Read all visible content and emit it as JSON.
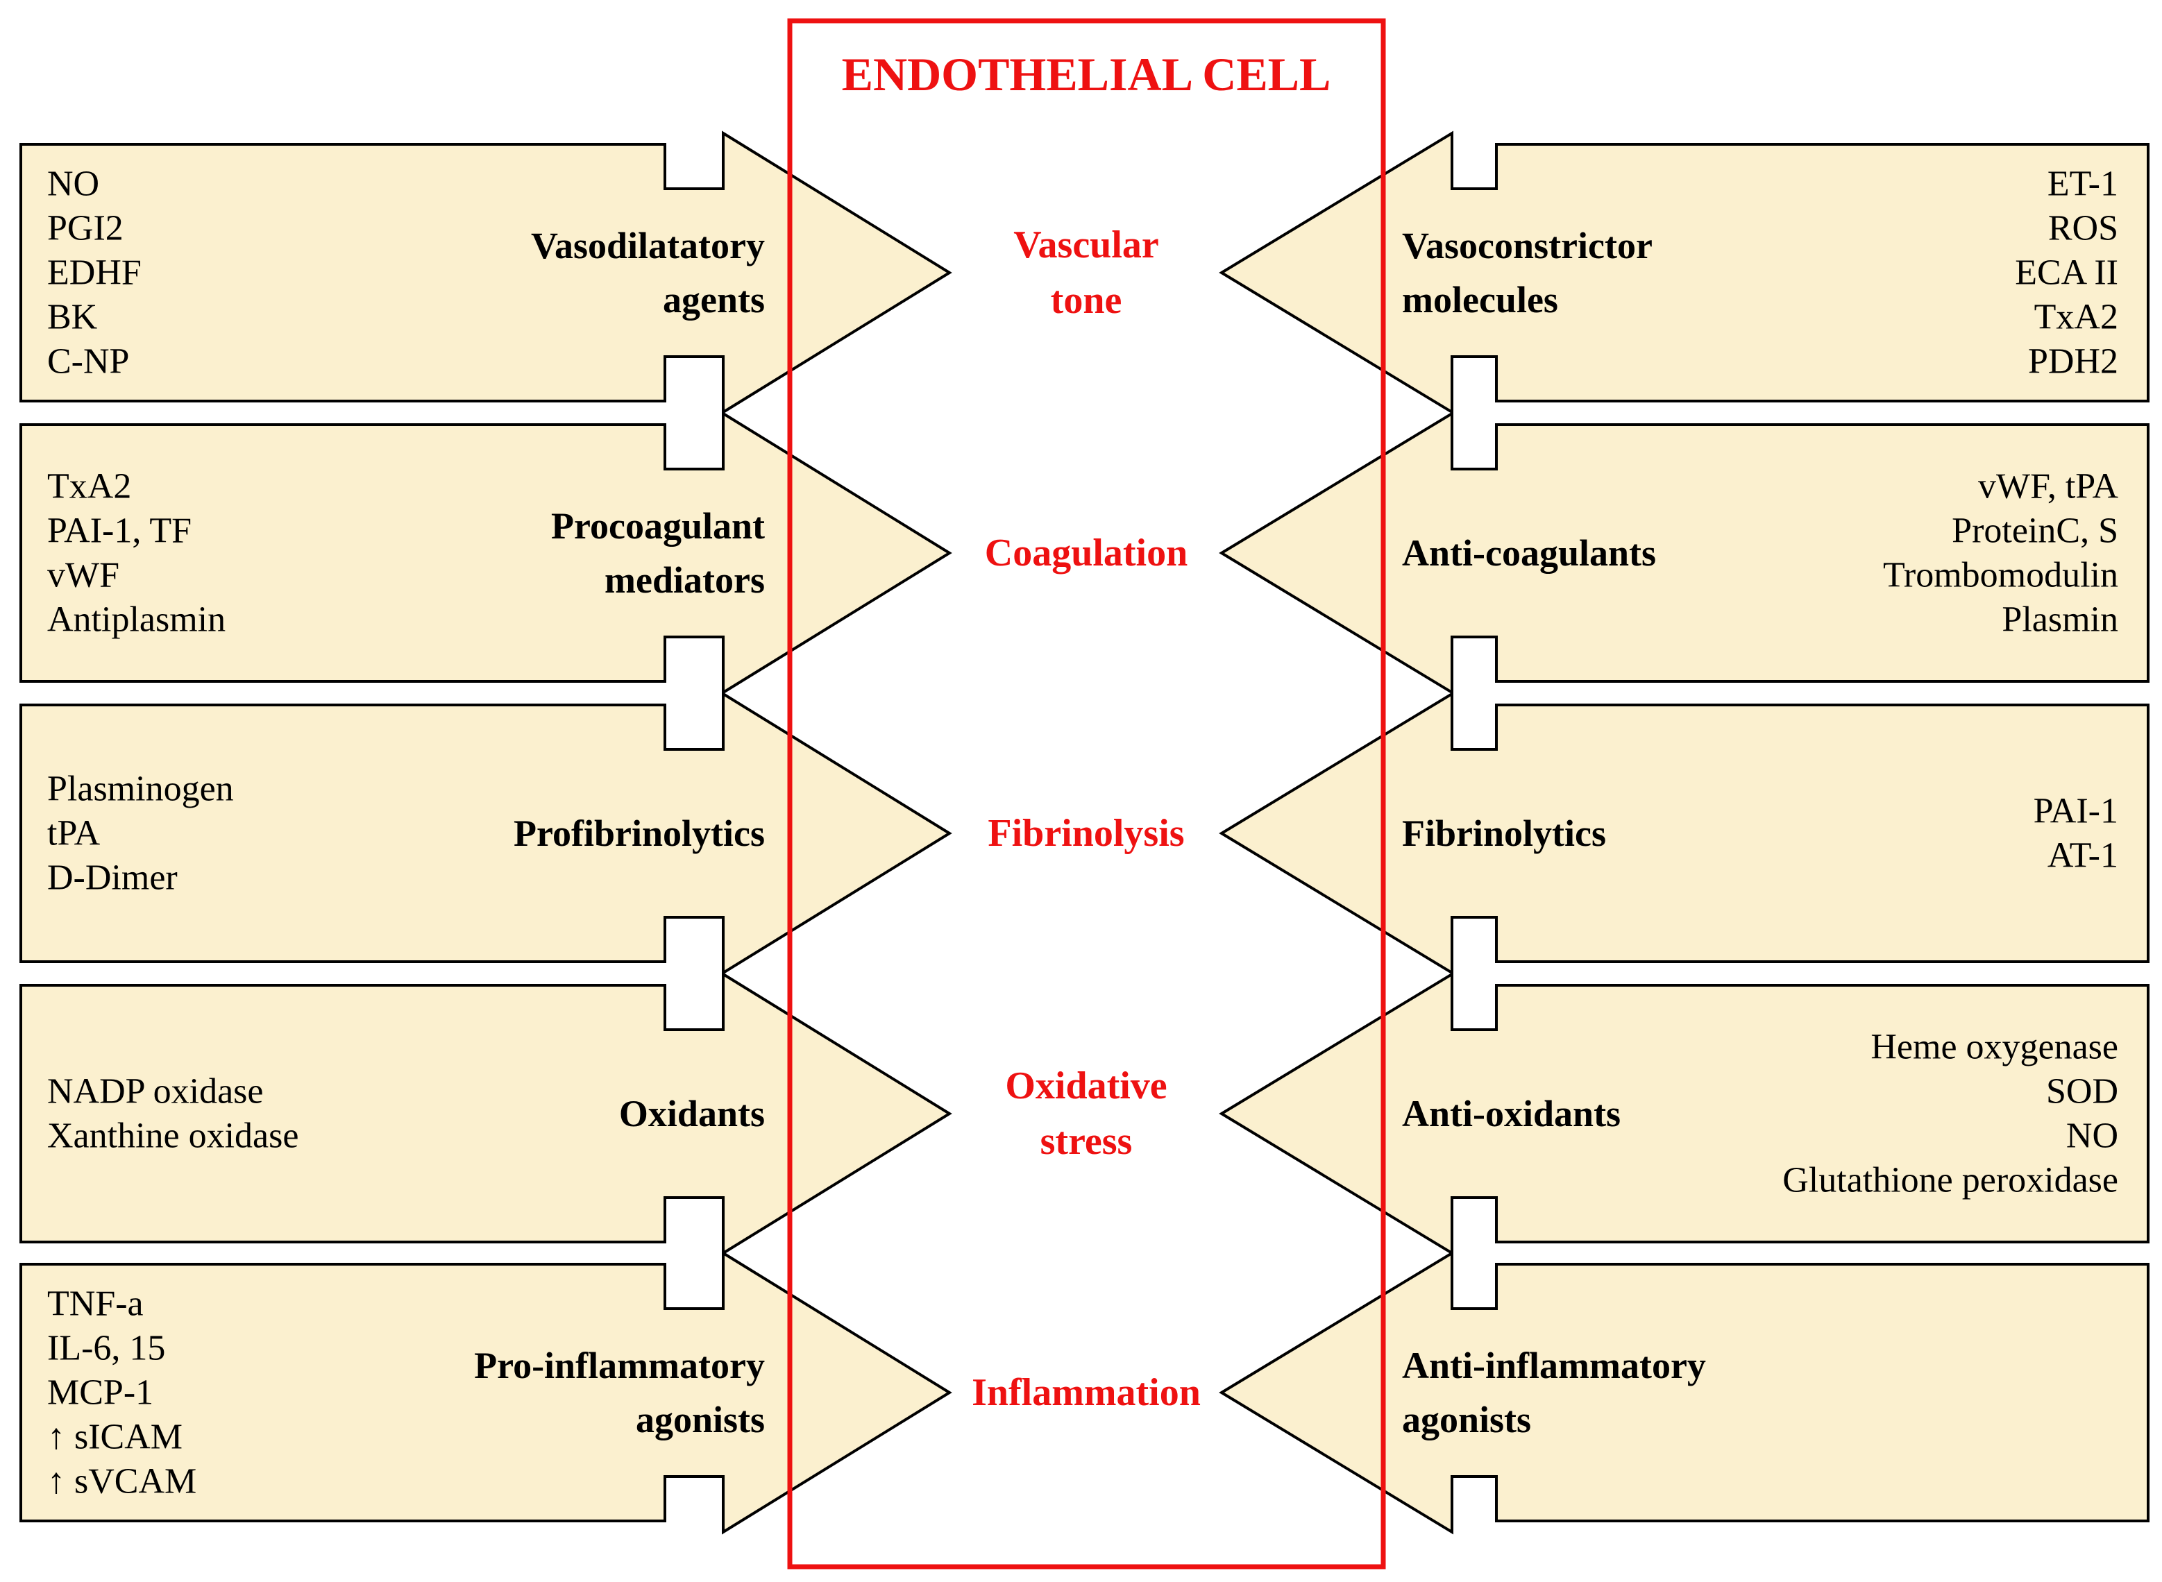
{
  "title": "ENDOTHELIAL CELL",
  "colors": {
    "box_fill": "#fbf0cf",
    "stroke": "#000000",
    "accent_red": "#ee1111"
  },
  "rows": [
    {
      "process": [
        "Vascular",
        "tone"
      ],
      "left": {
        "category": [
          "Vasodilatatory",
          "agents"
        ],
        "items": [
          "NO",
          "PGI2",
          "EDHF",
          "BK",
          "C-NP"
        ]
      },
      "right": {
        "category": [
          "Vasoconstrictor",
          "molecules"
        ],
        "items": [
          "ET-1",
          "ROS",
          "ECA II",
          "TxA2",
          "PDH2"
        ]
      }
    },
    {
      "process": [
        "Coagulation"
      ],
      "left": {
        "category": [
          "Procoagulant",
          "mediators"
        ],
        "items": [
          "TxA2",
          "PAI-1, TF",
          "vWF",
          "Antiplasmin"
        ]
      },
      "right": {
        "category": [
          "Anti-coagulants"
        ],
        "items": [
          "vWF, tPA",
          "ProteinC, S",
          "Trombomodulin",
          "Plasmin"
        ]
      }
    },
    {
      "process": [
        "Fibrinolysis"
      ],
      "left": {
        "category": [
          "Profibrinolytics"
        ],
        "items": [
          "Plasminogen",
          "tPA",
          "D-Dimer"
        ]
      },
      "right": {
        "category": [
          "Fibrinolytics"
        ],
        "items": [
          "PAI-1",
          "AT-1"
        ]
      }
    },
    {
      "process": [
        "Oxidative",
        "stress"
      ],
      "left": {
        "category": [
          "Oxidants"
        ],
        "items": [
          "NADP oxidase",
          "Xanthine oxidase"
        ]
      },
      "right": {
        "category": [
          "Anti-oxidants"
        ],
        "items": [
          "Heme oxygenase",
          "SOD",
          "NO",
          "Glutathione peroxidase"
        ]
      }
    },
    {
      "process": [
        "Inflammation"
      ],
      "left": {
        "category": [
          "Pro-inflammatory",
          "agonists"
        ],
        "items": [
          "TNF-a",
          "IL-6, 15",
          "MCP-1",
          "↑ sICAM",
          "↑ sVCAM"
        ]
      },
      "right": {
        "category": [
          "Anti-inflammatory",
          "agonists"
        ],
        "items": []
      }
    }
  ]
}
